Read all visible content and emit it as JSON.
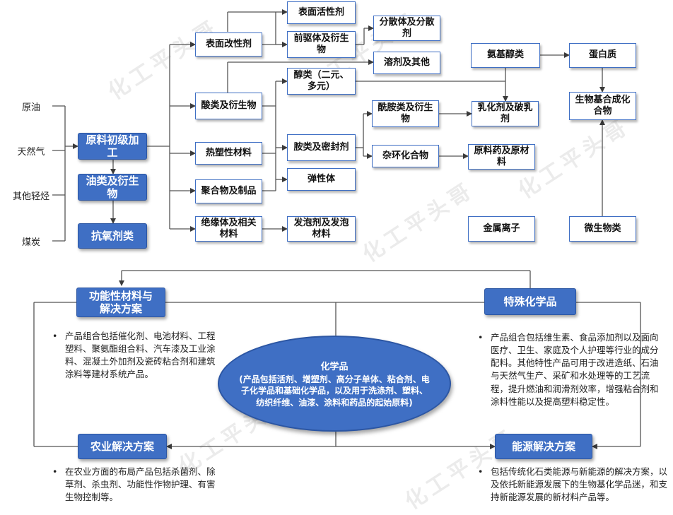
{
  "watermark": "化工平头哥",
  "sources": [
    "原油",
    "天然气",
    "其他轻烃",
    "煤炭"
  ],
  "left_column": {
    "primary": "原料初级加工",
    "oils": "油类及衍生物",
    "antioxidant": "抗氧剂类"
  },
  "nodes": {
    "surface_modifier": "表面改性剂",
    "surfactant": "表面活性剂",
    "precursor": "前驱体及衍生物",
    "dispersant": "分散体及分散剂",
    "solvent": "溶剂及其他",
    "acids": "酸类及衍生物",
    "alcohols": "醇类（二元、多元）",
    "thermoplastic": "热塑性材料",
    "amines": "胺类及密封剂",
    "polymers": "聚合物及制品",
    "elastomer": "弹性体",
    "insulation": "绝缘体及相关材料",
    "foaming": "发泡剂及发泡材料",
    "amides": "酰胺类及衍生物",
    "heterocyclic": "杂环化合物",
    "emulsifier": "乳化剂及破乳剂",
    "api": "原料药及原材料",
    "amino_alcohol": "氨基醇类",
    "protein": "蛋白质",
    "biobased": "生物基合成化合物",
    "metal_ion": "金属离子",
    "microbes": "微生物类"
  },
  "center": {
    "title": "化学品",
    "subtitle": "(产品包括活剂、增塑剂、高分子单体、粘合剂、电子化学品和基础化学品，以及用于洗涤剂、塑料、纺织纤维、油漆、涂料和药品的起始原料)"
  },
  "quadrants": {
    "functional": {
      "title": "功能性材料与解决方案",
      "text": "产品组合包括催化剂、电池材料、工程塑料、聚氨酯组合料、汽车漆及工业涂料、混凝土外加剂及瓷砖粘合剂和建筑涂料等建材系统产品。"
    },
    "special": {
      "title": "特殊化学品",
      "text": "产品组合包括维生素、食品添加剂以及面向医疗、卫生、家庭及个人护理等行业的成分配料。其他特性产品可用于改进造纸、石油与天然气生产、采矿和水处理等的工艺流程，提升燃油和润滑剂效率，增强粘合剂和涂料性能以及提高塑料稳定性。"
    },
    "agriculture": {
      "title": "农业解决方案",
      "text": "在农业方面的布局产品包括杀菌剂、除草剂、杀虫剂、功能性作物护理、有害生物控制等。"
    },
    "energy": {
      "title": "能源解决方案",
      "text": "包括传统化石类能源与新能源的解决方案，以及依托新能源发展下的生物基化学品迷，和支持新能源发展的新材料产品等。"
    }
  },
  "bullet": "•"
}
